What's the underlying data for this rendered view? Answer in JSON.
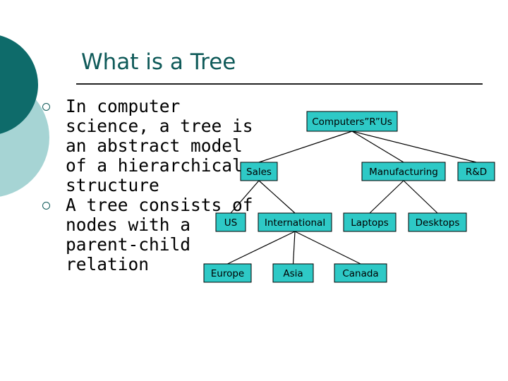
{
  "slide": {
    "title": "What is a Tree",
    "bullets": [
      "In computer science, a tree is an abstract model of a hierarchical structure",
      "A tree consists of nodes with a parent-child relation"
    ]
  },
  "colors": {
    "circle_dark": "#0e6b6a",
    "circle_light": "#a6d4d4",
    "node_fill": "#2ec9c6",
    "title": "#0f5a59"
  },
  "tree": {
    "nodes": [
      {
        "id": "root",
        "label": "Computers”R”Us"
      },
      {
        "id": "sales",
        "label": "Sales"
      },
      {
        "id": "manufacturing",
        "label": "Manufacturing"
      },
      {
        "id": "rnd",
        "label": "R&D"
      },
      {
        "id": "us",
        "label": "US"
      },
      {
        "id": "international",
        "label": "International"
      },
      {
        "id": "laptops",
        "label": "Laptops"
      },
      {
        "id": "desktops",
        "label": "Desktops"
      },
      {
        "id": "europe",
        "label": "Europe"
      },
      {
        "id": "asia",
        "label": "Asia"
      },
      {
        "id": "canada",
        "label": "Canada"
      }
    ],
    "edges": [
      [
        "root",
        "sales"
      ],
      [
        "root",
        "manufacturing"
      ],
      [
        "root",
        "rnd"
      ],
      [
        "sales",
        "us"
      ],
      [
        "sales",
        "international"
      ],
      [
        "manufacturing",
        "laptops"
      ],
      [
        "manufacturing",
        "desktops"
      ],
      [
        "international",
        "europe"
      ],
      [
        "international",
        "asia"
      ],
      [
        "international",
        "canada"
      ]
    ]
  }
}
